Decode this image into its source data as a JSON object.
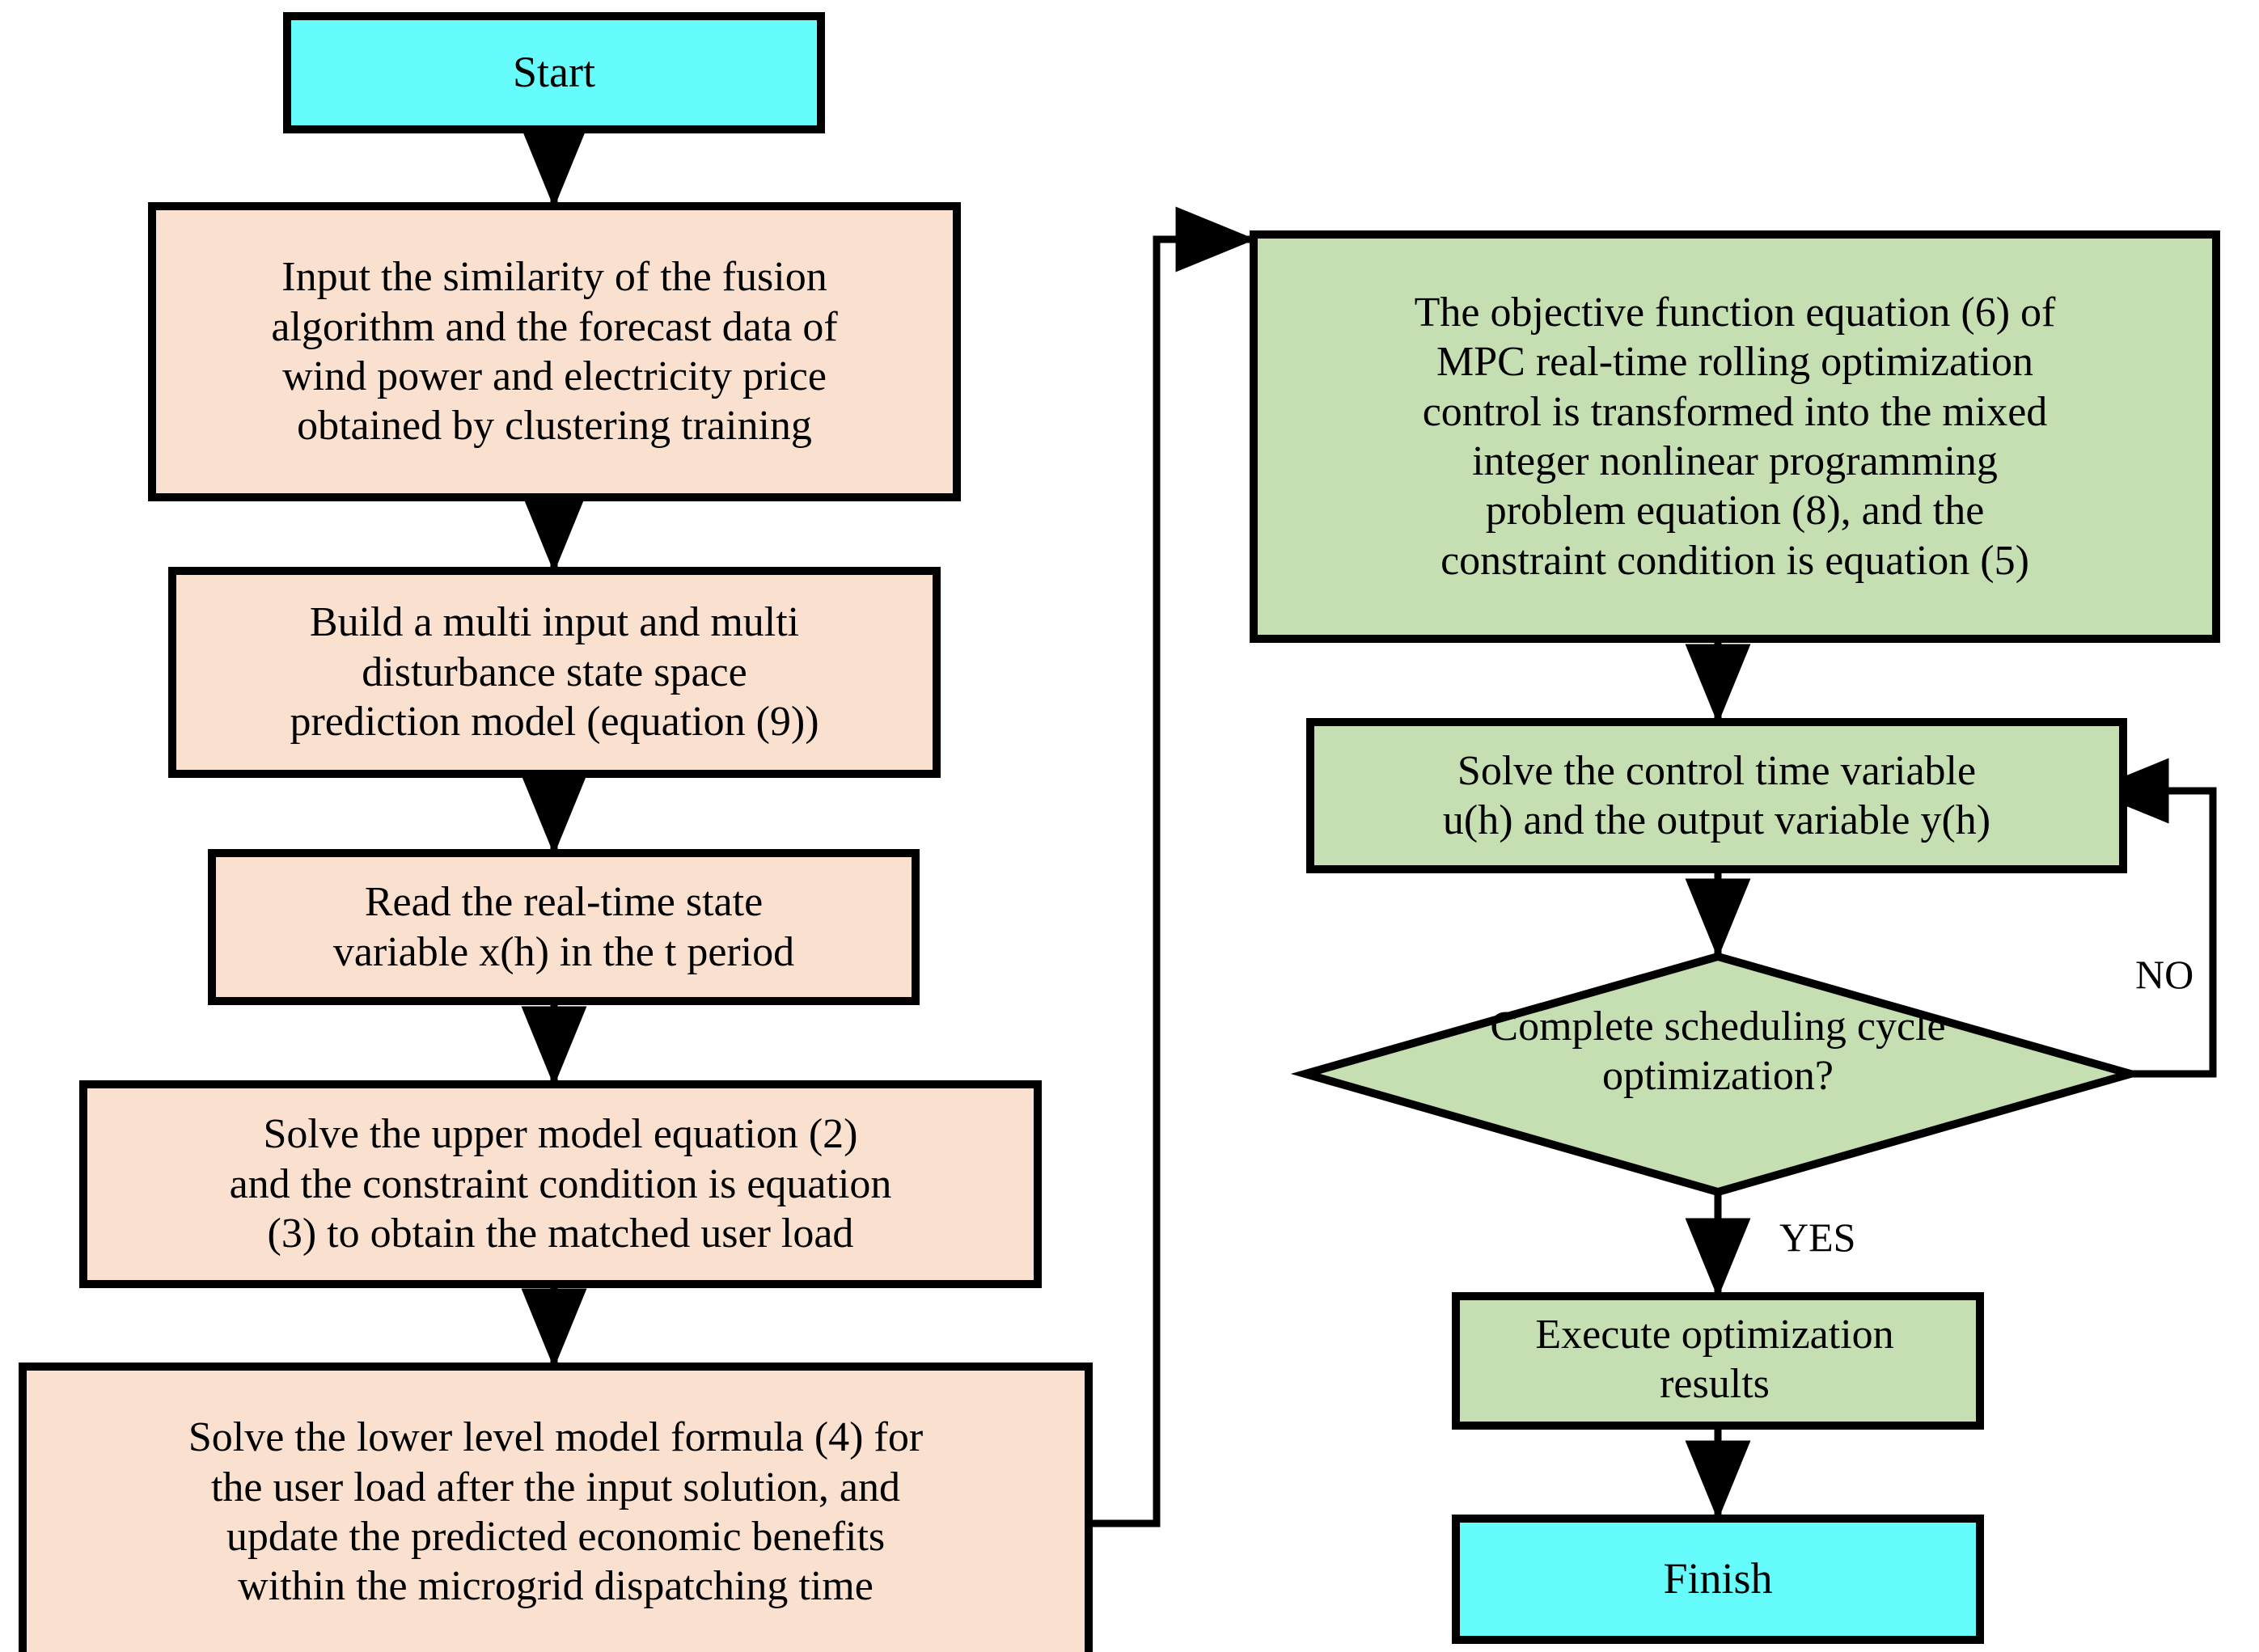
{
  "diagram": {
    "title": "MPC bi-level microgrid scheduling optimization flowchart",
    "colors": {
      "terminal_fill": "#66FCFC",
      "process_left_fill": "#FAE0CE",
      "process_right_fill": "#C6DFB2",
      "stroke": "#000000",
      "background": "#FFFFFF",
      "text": "#000000"
    },
    "nodes": [
      {
        "id": "start",
        "shape": "rectangle",
        "fill_key": "terminal_fill",
        "lines": [
          "Start"
        ]
      },
      {
        "id": "input-data",
        "shape": "rectangle",
        "fill_key": "process_left_fill",
        "lines": [
          "Input the similarity of the fusion",
          "algorithm and the forecast data of",
          "wind power and electricity price",
          "obtained by clustering training"
        ]
      },
      {
        "id": "build-model",
        "shape": "rectangle",
        "fill_key": "process_left_fill",
        "lines": [
          "Build a multi input and multi",
          "disturbance state space",
          "prediction model (equation (9))"
        ]
      },
      {
        "id": "read-state",
        "shape": "rectangle",
        "fill_key": "process_left_fill",
        "lines": [
          "Read the real-time state",
          "variable x(h) in the t period"
        ]
      },
      {
        "id": "solve-upper",
        "shape": "rectangle",
        "fill_key": "process_left_fill",
        "lines": [
          "Solve the upper model equation (2)",
          "and the constraint condition is equation",
          "(3) to obtain the matched user load"
        ]
      },
      {
        "id": "solve-lower",
        "shape": "rectangle",
        "fill_key": "process_left_fill",
        "lines": [
          "Solve the lower level model formula (4) for",
          "the user load after the input solution, and",
          "update the predicted economic benefits",
          "within the microgrid dispatching time"
        ]
      },
      {
        "id": "objective-transform",
        "shape": "rectangle",
        "fill_key": "process_right_fill",
        "lines": [
          "The objective function equation (6) of",
          "MPC real-time rolling optimization",
          "control is transformed into the mixed",
          "integer nonlinear programming",
          "problem equation (8), and the",
          "constraint condition is equation (5)"
        ]
      },
      {
        "id": "solve-control",
        "shape": "rectangle",
        "fill_key": "process_right_fill",
        "lines": [
          "Solve the control time variable",
          "u(h) and the output variable y(h)"
        ]
      },
      {
        "id": "decision-cycle",
        "shape": "diamond",
        "fill_key": "process_right_fill",
        "lines": [
          "Complete scheduling cycle",
          "optimization?"
        ]
      },
      {
        "id": "execute-results",
        "shape": "rectangle",
        "fill_key": "process_right_fill",
        "lines": [
          "Execute optimization",
          "results"
        ]
      },
      {
        "id": "finish",
        "shape": "rectangle",
        "fill_key": "terminal_fill",
        "lines": [
          "Finish"
        ]
      }
    ],
    "edge_labels": [
      {
        "id": "no-label",
        "text": "NO"
      },
      {
        "id": "yes-label",
        "text": "YES"
      }
    ]
  }
}
